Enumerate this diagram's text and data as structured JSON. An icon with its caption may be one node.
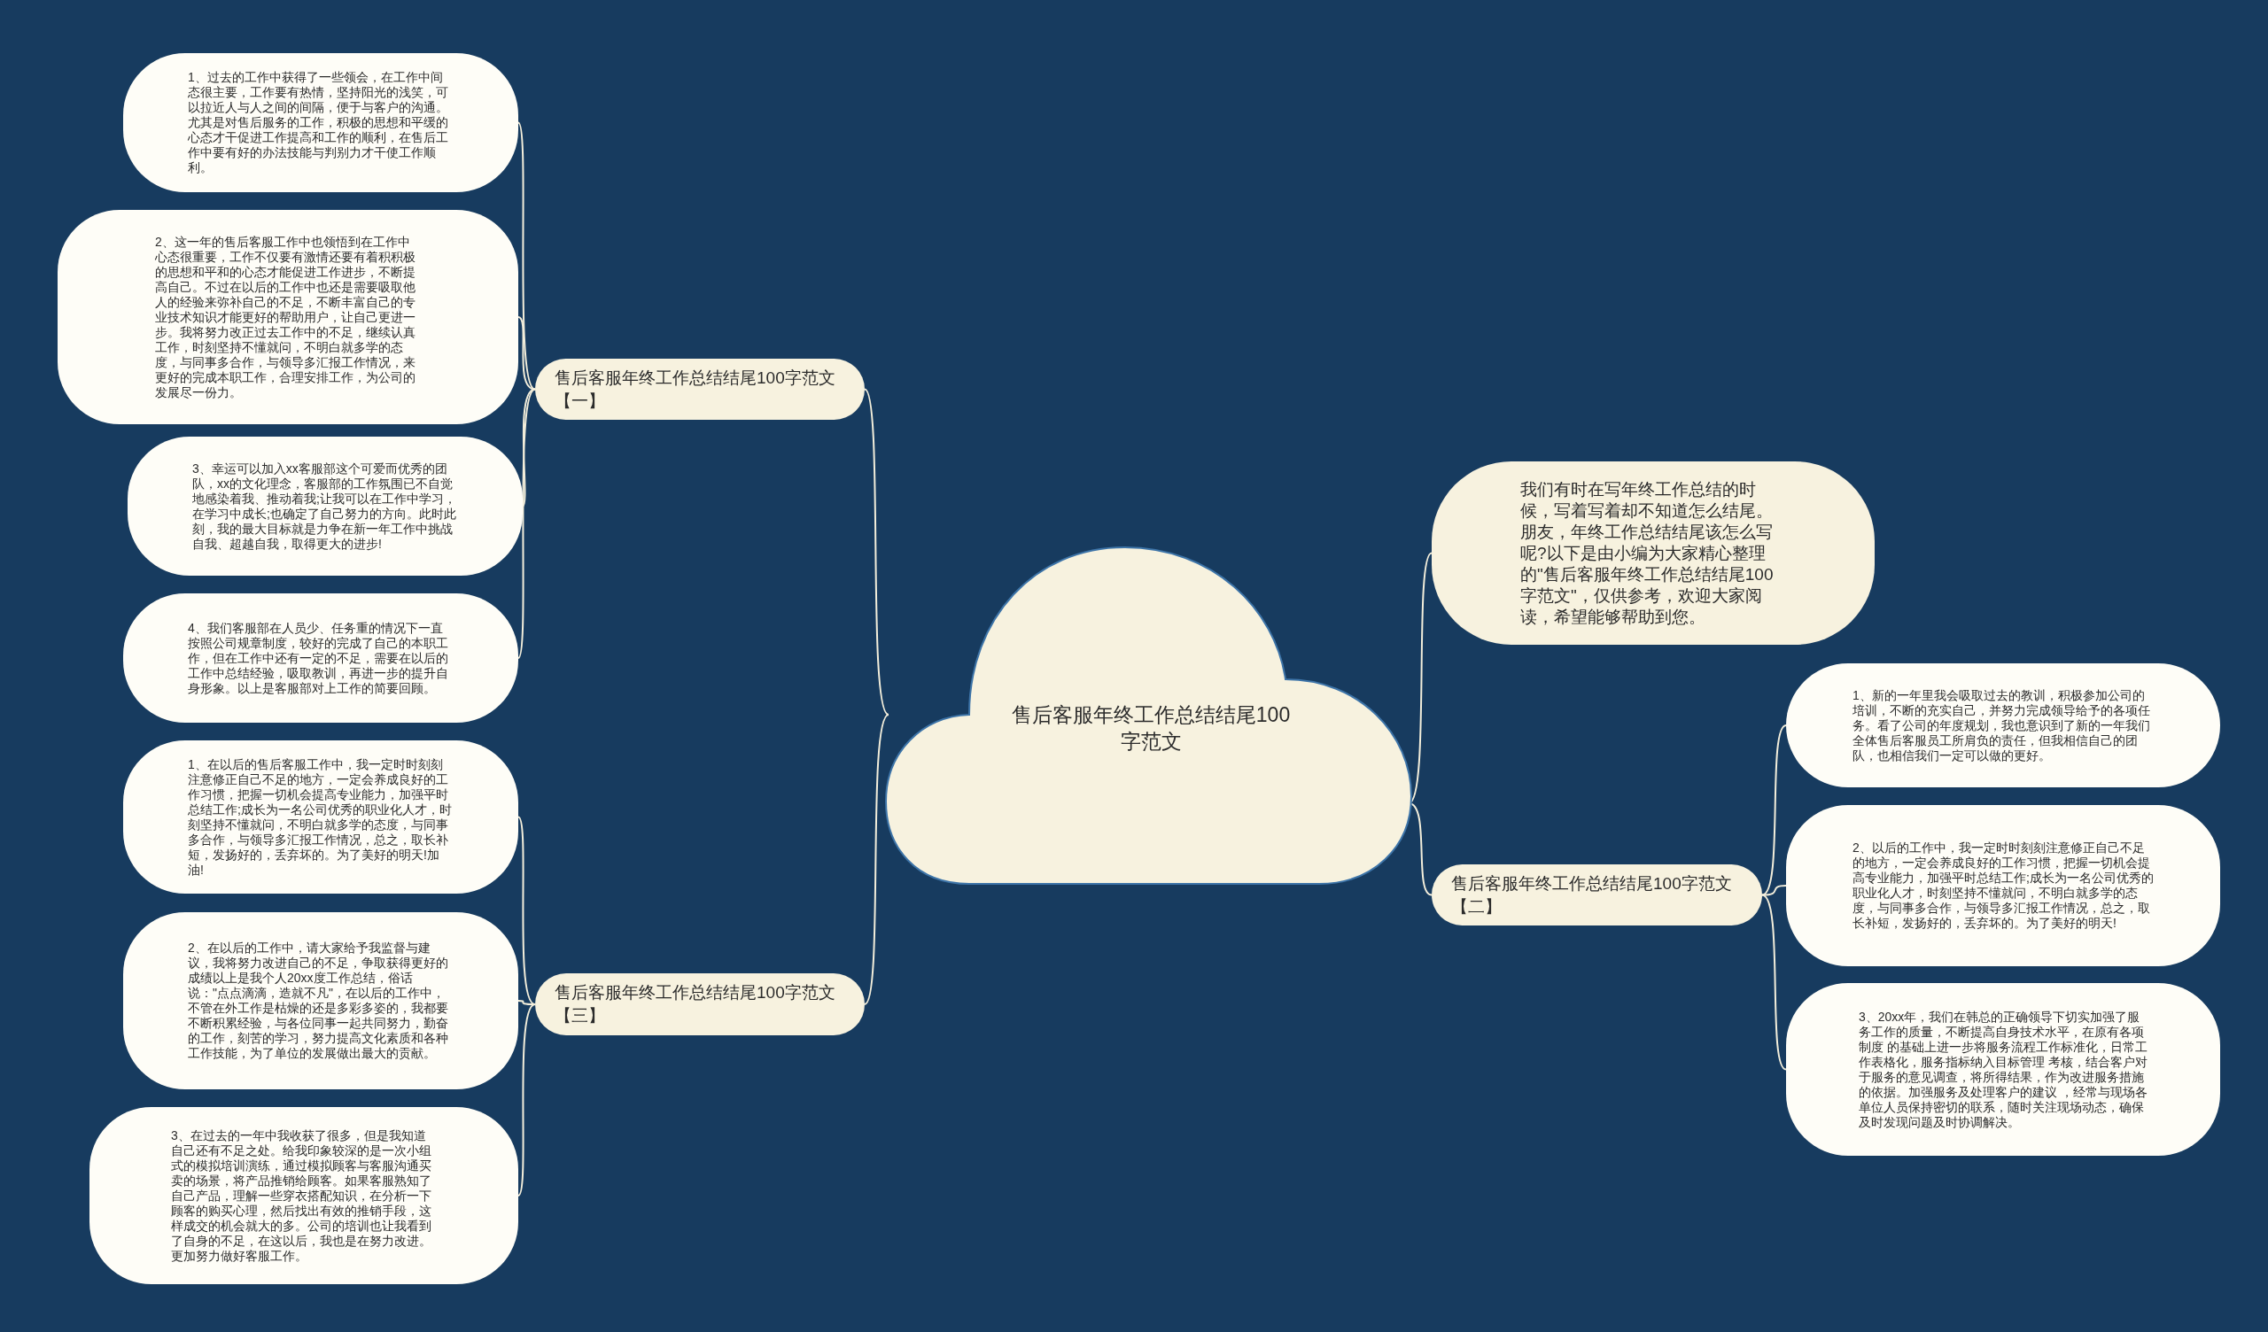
{
  "diagram": {
    "nodes": [
      {
        "text": [
          "售后客服年终工作总结结尾100字范文"
        ]
      },
      {
        "text": [
          "我们有时在写年终工作总结的时候，写着写着却不知道怎么结尾。朋友，年终工作总结结尾该怎么写呢?以下是由小编为大家精心整理的\"售后客服年终工作总结结尾100字范文\"，仅供参考，欢迎大家阅读，希望能够帮助到您。"
        ]
      },
      {
        "text": [
          "售后客服年终工作总结结尾100字范文【一】"
        ]
      },
      {
        "text": [
          "1、过去的工作中获得了一些领会，在工作中间态很主要，工作要有热情，坚持阳光的浅笑，可以拉近人与人之间的间隔，便于与客户的沟通。尤其是对售后服务的工作，积极的思想和平缓的心态才干促进工作提高和工作的顺利，在售后工作中要有好的办法技能与判别力才干使工作顺利。"
        ]
      },
      {
        "text": [
          "2、这一年的售后客服工作中也领悟到在工作中心态很重要，工作不仅要有激情还要有着积积极的思想和平和的心态才能促进工作进步，不断提高自己。不过在以后的工作中也还是需要吸取他人的经验来弥补自己的不足，不断丰富自己的专业技术知识才能更好的帮助用户，让自己更进一步。我将努力改正过去工作中的不足，继续认真工作，时刻坚持不懂就问，不明白就多学的态度，与同事多合作，与领导多汇报工作情况，来更好的完成本职工作，合理安排工作，为公司的发展尽一份力。"
        ]
      },
      {
        "text": [
          "3、幸运可以加入xx客服部这个可爱而优秀的团队，xx的文化理念，客服部的工作氛围已不自觉地感染着我、推动着我;让我可以在工作中学习，在学习中成长;也确定了自己努力的方向。此时此刻，我的最大目标就是力争在新一年工作中挑战自我、超越自我，取得更大的进步!"
        ]
      },
      {
        "text": [
          "4、我们客服部在人员少、任务重的情况下一直按照公司规章制度，较好的完成了自己的本职工作，但在工作中还有一定的不足，需要在以后的工作中总结经验，吸取教训，再进一步的提升自身形象。以上是客服部对上工作的简要回顾。"
        ]
      },
      {
        "text": [
          "售后客服年终工作总结结尾100字范文【二】"
        ]
      },
      {
        "text": [
          "1、新的一年里我会吸取过去的教训，积极参加公司的培训，不断的充实自己，并努力完成领导给予的各项任务。看了公司的年度规划，我也意识到了新的一年我们全体售后客服员工所肩负的责任，但我相信自己的团队，也相信我们一定可以做的更好。"
        ]
      },
      {
        "text": [
          "2、以后的工作中，我一定时时刻刻注意修正自己不足的地方，一定会养成良好的工作习惯，把握一切机会提高专业能力，加强平时总结工作;成长为一名公司优秀的职业化人才，时刻坚持不懂就问，不明白就多学的态度，与同事多合作，与领导多汇报工作情况，总之，取长补短，发扬好的，丢弃坏的。为了美好的明天!"
        ]
      },
      {
        "text": [
          "3、20xx年，我们在韩总的正确领导下切实加强了服务工作的质量，不断提高自身技术水平，在原有各项制度 的基础上进一步将服务流程工作标准化，日常工作表格化，服务指标纳入目标管理 考核，结合客户对于服务的意见调查，将所得结果，作为改进服务措施的依据。加强服务及处理客户的建议 ，经常与现场各单位人员保持密切的联系，随时关注现场动态，确保及时发现问题及时协调解决。"
        ]
      },
      {
        "text": [
          "售后客服年终工作总结结尾100字范文【三】"
        ]
      },
      {
        "text": [
          "1、在以后的售后客服工作中，我一定时时刻刻注意修正自己不足的地方，一定会养成良好的工作习惯，把握一切机会提高专业能力，加强平时总结工作;成长为一名公司优秀的职业化人才，时刻坚持不懂就问，不明白就多学的态度，与同事多合作，与领导多汇报工作情况，总之，取长补短，发扬好的，丢弃坏的。为了美好的明天!加油!"
        ]
      },
      {
        "text": [
          "2、在以后的工作中，请大家给予我监督与建议，我将努力改进自己的不足，争取获得更好的成绩以上是我个人20xx度工作总结，俗话说：\"点点滴滴，造就不凡\"，在以后的工作中，不管在外工作是枯燥的还是多彩多姿的，我都要不断积累经验，与各位同事一起共同努力，勤奋的工作，刻苦的学习，努力提高文化素质和各种工作技能，为了单位的发展做出最大的贡献。"
        ]
      },
      {
        "text": [
          "3、在过去的一年中我收获了很多，但是我知道自己还有不足之处。给我印象较深的是一次小组式的模拟培训演练，通过模拟顾客与客服沟通买卖的场景，将产品推销给顾客。如果客服熟知了自己产品，理解一些穿衣搭配知识，在分析一下顾客的购买心理，然后找出有效的推销手段，这样成交的机会就大的多。公司的培训也让我看到了自身的不足，在这以后，我也是在努力改进。更加努力做好客服工作。"
        ]
      }
    ],
    "edges": [
      {
        "from": 0,
        "to": 1,
        "arrow": "none"
      },
      {
        "from": 0,
        "to": 2,
        "arrow": "none"
      },
      {
        "from": 2,
        "to": 3,
        "arrow": "none"
      },
      {
        "from": 2,
        "to": 4,
        "arrow": "none"
      },
      {
        "from": 2,
        "to": 5,
        "arrow": "none"
      },
      {
        "from": 2,
        "to": 6,
        "arrow": "none"
      },
      {
        "from": 0,
        "to": 7,
        "arrow": "none"
      },
      {
        "from": 7,
        "to": 8,
        "arrow": "none"
      },
      {
        "from": 7,
        "to": 9,
        "arrow": "none"
      },
      {
        "from": 7,
        "to": 10,
        "arrow": "none"
      },
      {
        "from": 0,
        "to": 11,
        "arrow": "none"
      },
      {
        "from": 11,
        "to": 12,
        "arrow": "none"
      },
      {
        "from": 11,
        "to": 13,
        "arrow": "none"
      },
      {
        "from": 11,
        "to": 14,
        "arrow": "none"
      }
    ]
  }
}
